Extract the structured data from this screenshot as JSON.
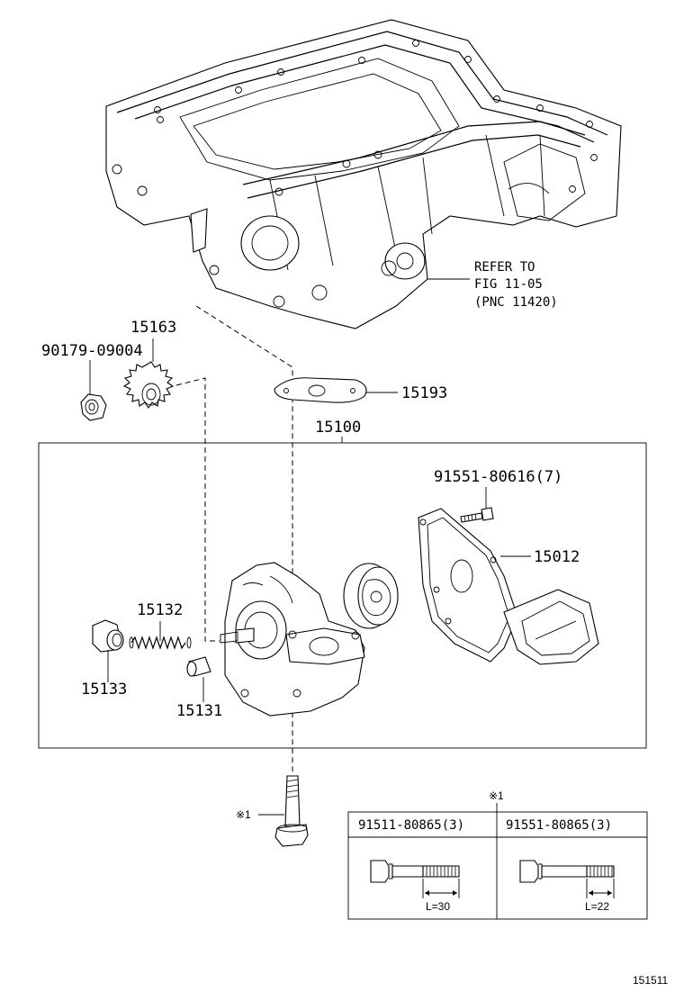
{
  "callouts": {
    "refer_line1": "REFER TO",
    "refer_line2": "FIG 11-05",
    "refer_line3": "(PNC 11420)",
    "nut": "90179-09004",
    "sprocket": "15163",
    "gasket": "15193",
    "pump_assembly": "15100",
    "cover_bolt": "91551-80616(7)",
    "cover": "15012",
    "spring": "15132",
    "plug": "15133",
    "relief_valve": "15131",
    "bolt_mark": "※1",
    "table_mark": "※1",
    "catalog_id": "151511"
  },
  "bolt_table": {
    "columns": [
      {
        "part_no": "91511-80865(3)",
        "length_label": "L=30"
      },
      {
        "part_no": "91551-80865(3)",
        "length_label": "L=22"
      }
    ]
  }
}
